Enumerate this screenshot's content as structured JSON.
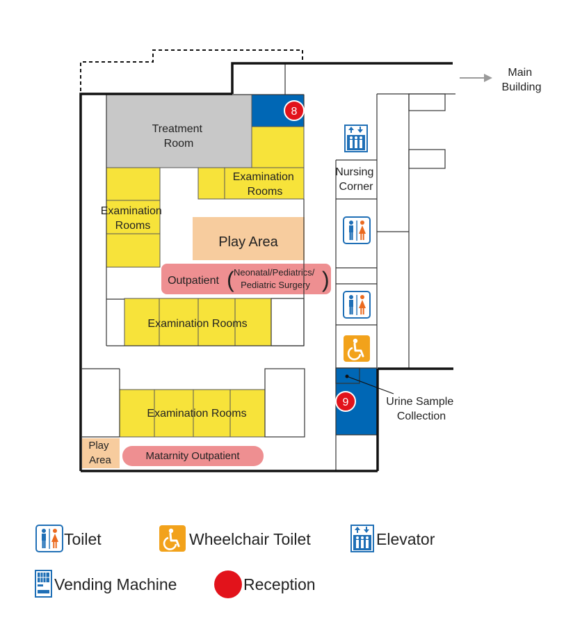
{
  "colors": {
    "wall": "#111111",
    "room_yellow": "#f7e33a",
    "room_gray": "#c8c8c8",
    "reception_blue": "#0067b5",
    "play_area": "#f7cc9e",
    "outpatient_pink": "#ee8f91",
    "reception_red": "#e2131b",
    "icon_blue": "#1f6fb6",
    "icon_orange": "#eb6a1f",
    "wheelchair_orange": "#f2a21b",
    "arrow_gray": "#9a9a9a"
  },
  "map": {
    "main_building": [
      "Main",
      "Building"
    ],
    "treatment_room": [
      "Treatment",
      "Room"
    ],
    "exam_rooms_top": [
      "Examination",
      "Rooms"
    ],
    "exam_rooms_left": [
      "Examination",
      "Rooms"
    ],
    "exam_rooms_middle": "Examination Rooms",
    "exam_rooms_lower": "Examination Rooms",
    "play_area_center": "Play Area",
    "play_area_small": [
      "Play",
      "Area"
    ],
    "outpatient_label": "Outpatient",
    "outpatient_specialties": [
      "Neonatal/Pediatrics/",
      "Pediatric Surgery"
    ],
    "maternity_outpatient": "Matarnity Outpatient",
    "nursing_corner": [
      "Nursing",
      "Corner"
    ],
    "urine_sample": [
      "Urine Sample",
      "Collection"
    ],
    "reception_8": "8",
    "reception_9": "9"
  },
  "legend": {
    "toilet": {
      "icon": "toilet-icon",
      "label": "Toilet"
    },
    "wheelchair_toilet": {
      "icon": "wheelchair-icon",
      "label": "Wheelchair Toilet"
    },
    "elevator": {
      "icon": "elevator-icon",
      "label": "Elevator"
    },
    "vending_machine": {
      "icon": "vending-machine-icon",
      "label": "Vending Machine"
    },
    "reception": {
      "icon": "reception-dot-icon",
      "label": "Reception"
    }
  }
}
